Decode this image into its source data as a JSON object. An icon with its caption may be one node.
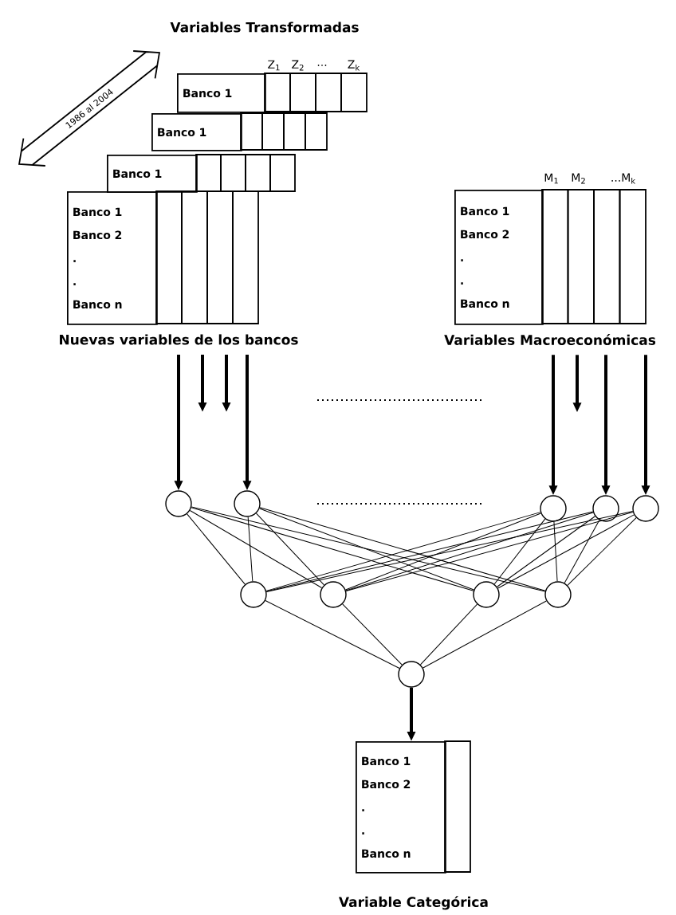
{
  "diagram": {
    "nodes": [
      {
        "text": [
          "Banco 1"
        ]
      },
      {
        "text": [
          "Banco 1"
        ]
      },
      {
        "text": [
          "Banco 1"
        ]
      },
      {
        "text": [
          "Banco 1",
          "Banco 2",
          ".",
          ".",
          "Banco n"
        ]
      },
      {
        "text": [
          "Banco 1",
          "Banco 2",
          ".",
          ".",
          "Banco n"
        ]
      },
      {
        "text": [
          "Nuevas variables de los bancos"
        ]
      },
      {
        "text": [
          "Variables Macroeconómicas"
        ]
      },
      {
        "text": [],
        "shape": "circle"
      },
      {
        "text": [],
        "shape": "circle"
      },
      {
        "text": [],
        "shape": "circle"
      },
      {
        "text": [],
        "shape": "circle"
      },
      {
        "text": [],
        "shape": "circle"
      },
      {
        "text": [],
        "shape": "circle"
      },
      {
        "text": [],
        "shape": "circle"
      },
      {
        "text": [],
        "shape": "circle"
      },
      {
        "text": [],
        "shape": "circle"
      },
      {
        "text": [],
        "shape": "circle"
      },
      {
        "text": [
          "Banco 1",
          "Banco 2",
          ".",
          ".",
          "Banco n"
        ],
        "beside": [
          "Variable Categórica"
        ]
      }
    ],
    "edges": [
      {
        "from": 5,
        "to": 7,
        "arrow": "to",
        "style": "thick"
      },
      {
        "from": 5,
        "to": null,
        "arrow": "to",
        "style": "thick"
      },
      {
        "from": 5,
        "to": null,
        "arrow": "to",
        "style": "thick"
      },
      {
        "from": 5,
        "to": 8,
        "arrow": "to",
        "style": "thick"
      },
      {
        "from": 6,
        "to": 9,
        "arrow": "to",
        "style": "thick"
      },
      {
        "from": 6,
        "to": null,
        "arrow": "to",
        "style": "thick"
      },
      {
        "from": 6,
        "to": 10,
        "arrow": "to",
        "style": "thick"
      },
      {
        "from": 6,
        "to": 11,
        "arrow": "to",
        "style": "thick"
      },
      {
        "from": 7,
        "to": 12,
        "arrow": "none"
      },
      {
        "from": 7,
        "to": 13,
        "arrow": "none"
      },
      {
        "from": 7,
        "to": 14,
        "arrow": "none"
      },
      {
        "from": 7,
        "to": 15,
        "arrow": "none"
      },
      {
        "from": 8,
        "to": 12,
        "arrow": "none"
      },
      {
        "from": 8,
        "to": 13,
        "arrow": "none"
      },
      {
        "from": 8,
        "to": 14,
        "arrow": "none"
      },
      {
        "from": 8,
        "to": 15,
        "arrow": "none"
      },
      {
        "from": 9,
        "to": 12,
        "arrow": "none"
      },
      {
        "from": 9,
        "to": 13,
        "arrow": "none"
      },
      {
        "from": 9,
        "to": 14,
        "arrow": "none"
      },
      {
        "from": 9,
        "to": 15,
        "arrow": "none"
      },
      {
        "from": 10,
        "to": 12,
        "arrow": "none"
      },
      {
        "from": 10,
        "to": 13,
        "arrow": "none"
      },
      {
        "from": 10,
        "to": 14,
        "arrow": "none"
      },
      {
        "from": 10,
        "to": 15,
        "arrow": "none"
      },
      {
        "from": 11,
        "to": 12,
        "arrow": "none"
      },
      {
        "from": 11,
        "to": 13,
        "arrow": "none"
      },
      {
        "from": 11,
        "to": 14,
        "arrow": "none"
      },
      {
        "from": 11,
        "to": 15,
        "arrow": "none"
      },
      {
        "from": 12,
        "to": 16,
        "arrow": "none"
      },
      {
        "from": 13,
        "to": 16,
        "arrow": "none"
      },
      {
        "from": 14,
        "to": 16,
        "arrow": "none"
      },
      {
        "from": 15,
        "to": 16,
        "arrow": "none"
      },
      {
        "from": 16,
        "to": 17,
        "arrow": "to",
        "style": "thick"
      }
    ],
    "labels": [
      "Variables Transformadas",
      "1986 al 2004",
      "Z$_{1}$",
      "Z$_{2}$",
      "...",
      "Z$_{k}$",
      "M$_{1}$",
      "M$_{2}$",
      "...M$_{k}$"
    ]
  }
}
